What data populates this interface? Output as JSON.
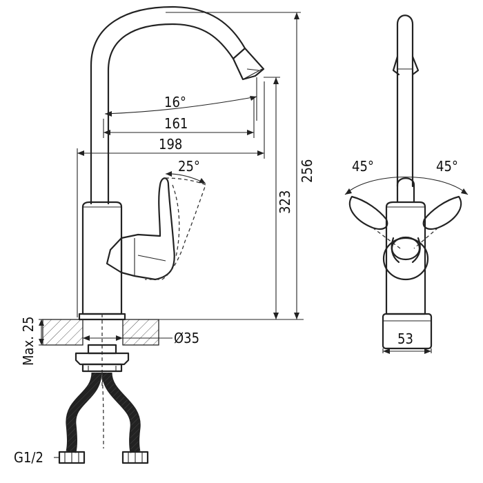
{
  "dimensions": {
    "spout_angle": "16°",
    "reach_inner": "161",
    "reach_outer": "198",
    "handle_angle": "25°",
    "spout_height": "323",
    "total_height": "256",
    "swivel_left": "45°",
    "swivel_right": "45°",
    "deck_thickness": "Max. 25",
    "mount_diameter": "Ø35",
    "body_width": "53",
    "thread": "G1/2"
  },
  "colors": {
    "line": "#222222",
    "background": "#ffffff"
  }
}
